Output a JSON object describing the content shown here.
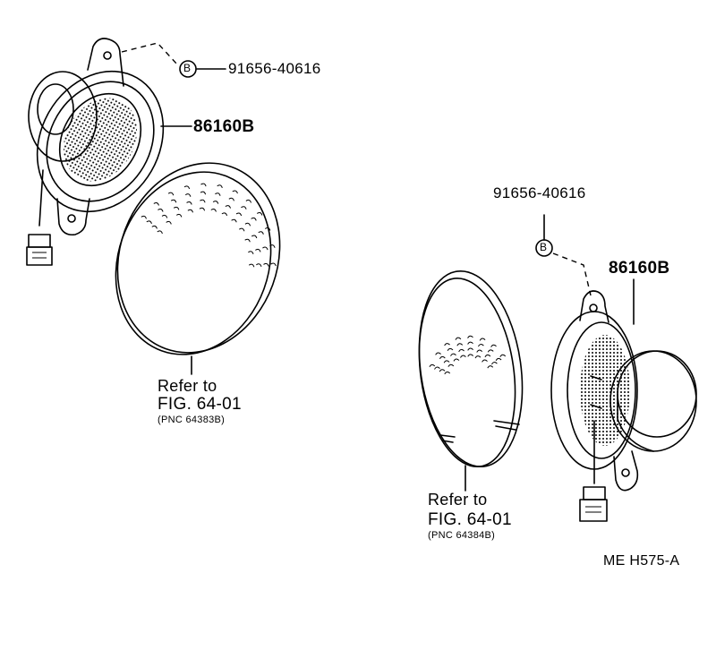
{
  "left_assembly": {
    "bolt_marker": "B",
    "bolt_part_number": "91656-40616",
    "speaker_part_number": "86160B",
    "grille_ref_line1": "Refer to",
    "grille_ref_line2": "FIG. 64-01",
    "grille_pnc": "(PNC 64383B)"
  },
  "right_assembly": {
    "bolt_marker": "B",
    "bolt_part_number": "91656-40616",
    "speaker_part_number": "86160B",
    "grille_ref_line1": "Refer to",
    "grille_ref_line2": "FIG. 64-01",
    "grille_pnc": "(PNC 64384B)"
  },
  "drawing_code": "ME  H575-A"
}
